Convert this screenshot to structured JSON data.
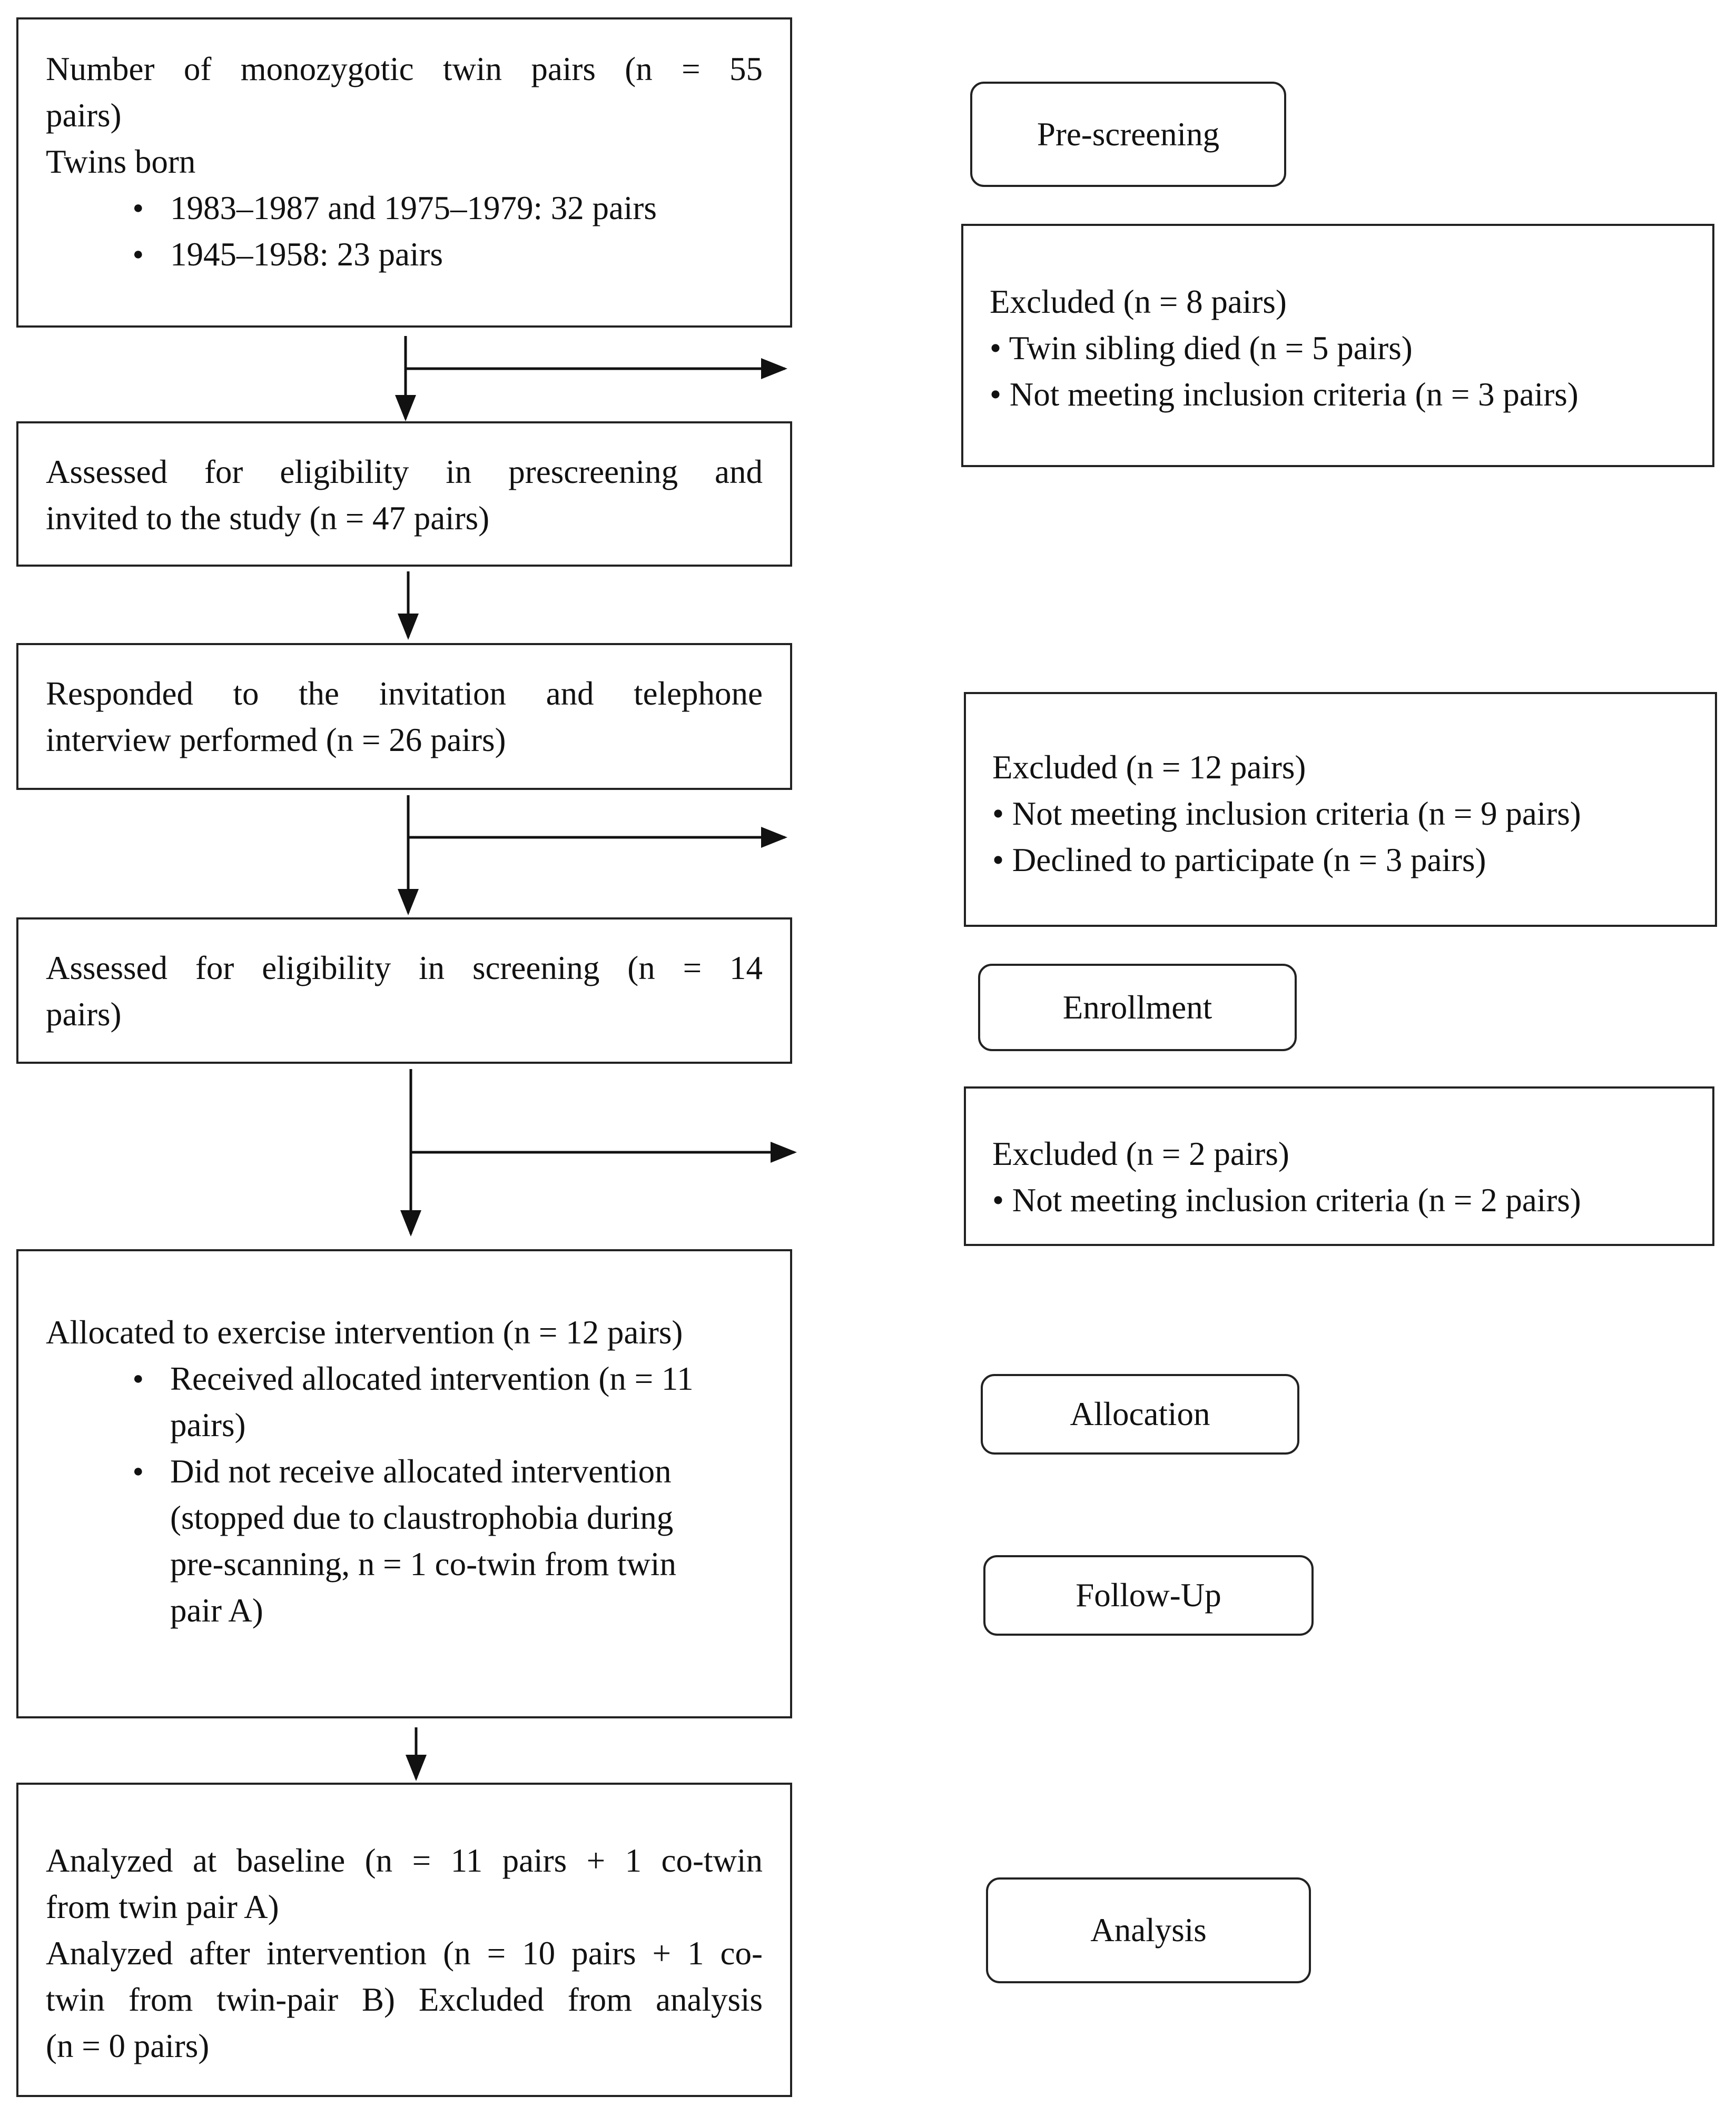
{
  "flow": {
    "box1": {
      "line1": "Number of monozygotic twin pairs (n = 55",
      "line2": "pairs)",
      "line3": "Twins born",
      "bullets": [
        "1983–1987 and 1975–1979: 32 pairs",
        "1945–1958: 23 pairs"
      ]
    },
    "box2": {
      "line1": "Assessed for eligibility in prescreening and",
      "line2": "invited to the study (n = 47 pairs)"
    },
    "box3": {
      "line1": "Responded to the invitation and telephone",
      "line2": "interview performed (n = 26 pairs)"
    },
    "box4": {
      "line1": "Assessed for eligibility in screening (n = 14",
      "line2": "pairs)"
    },
    "box5": {
      "line1": "Allocated to exercise intervention (n = 12 pairs)",
      "b1_line1": "Received allocated intervention (n = 11",
      "b1_line2": "pairs)",
      "b2_line1": "Did not receive allocated intervention",
      "b2_line2": "(stopped due to claustrophobia during",
      "b2_line3": "pre-scanning, n = 1 co-twin from twin",
      "b2_line4": "pair A)"
    },
    "box6": {
      "line1": "Analyzed at baseline (n = 11 pairs + 1 co-twin",
      "line2": "from twin pair A)",
      "line3": "Analyzed after intervention (n = 10 pairs + 1 co-",
      "line4": "twin from twin-pair B) Excluded from analysis",
      "line5": "(n = 0 pairs)"
    }
  },
  "exclusions": {
    "ex1": {
      "title": "Excluded (n = 8 pairs)",
      "items": [
        "• Twin sibling died (n = 5 pairs)",
        "• Not meeting inclusion criteria (n = 3 pairs)"
      ]
    },
    "ex2": {
      "title": "Excluded (n = 12 pairs)",
      "items": [
        "• Not meeting inclusion criteria (n = 9 pairs)",
        "• Declined to participate (n = 3 pairs)"
      ]
    },
    "ex3": {
      "title": "Excluded (n = 2 pairs)",
      "items": [
        "• Not meeting inclusion criteria (n = 2 pairs)"
      ]
    }
  },
  "stages": {
    "prescreening": "Pre-screening",
    "enrollment": "Enrollment",
    "allocation": "Allocation",
    "followup": "Follow-Up",
    "analysis": "Analysis"
  }
}
